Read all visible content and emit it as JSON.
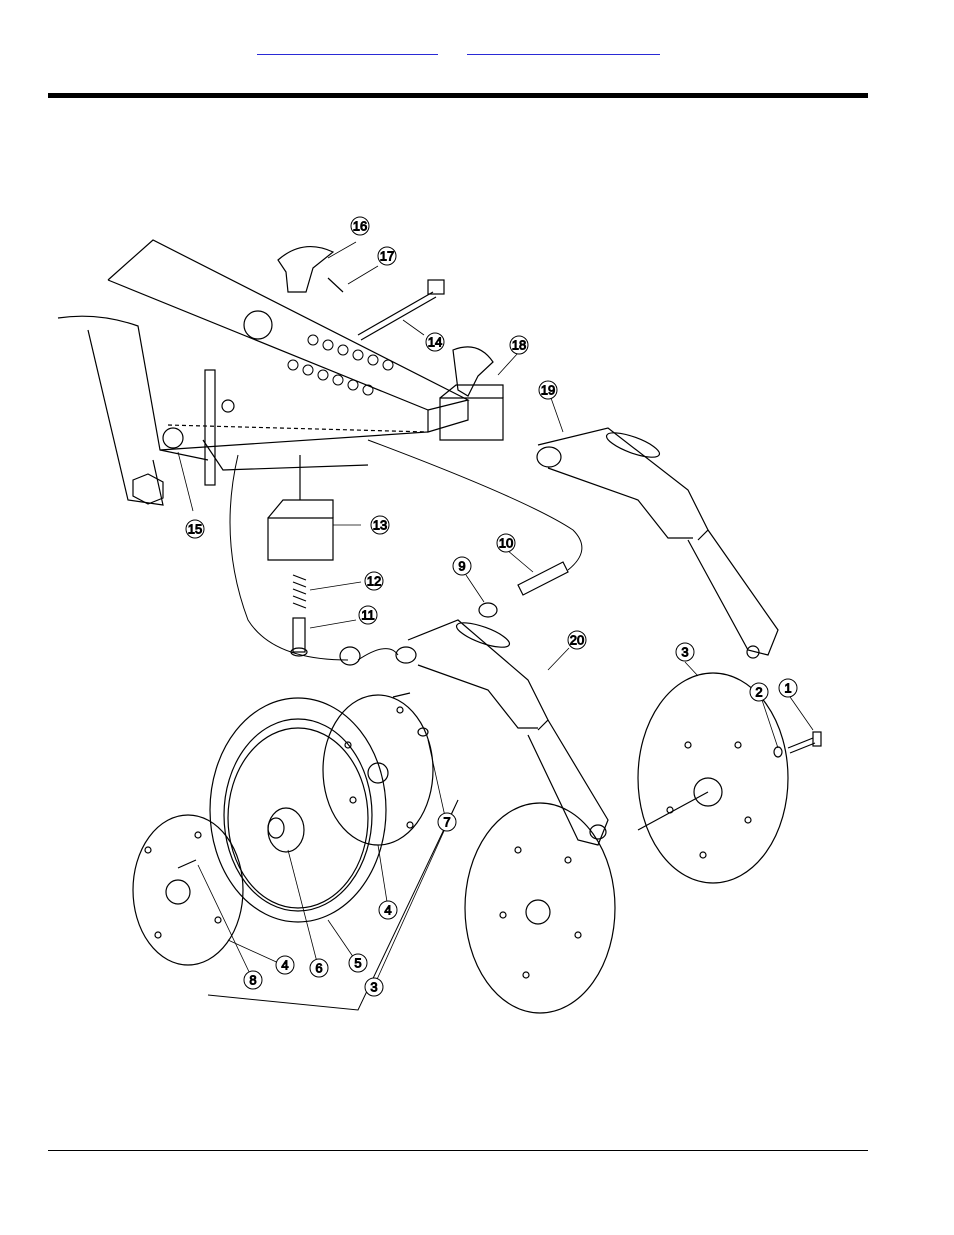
{
  "header": {
    "links": [
      "",
      ""
    ]
  },
  "diagram": {
    "callouts": [
      "16",
      "17",
      "14",
      "18",
      "19",
      "15",
      "13",
      "12",
      "11",
      "10",
      "9",
      "20",
      "3",
      "2",
      "1",
      "7",
      "4",
      "8",
      "4",
      "6",
      "5",
      "3"
    ]
  }
}
